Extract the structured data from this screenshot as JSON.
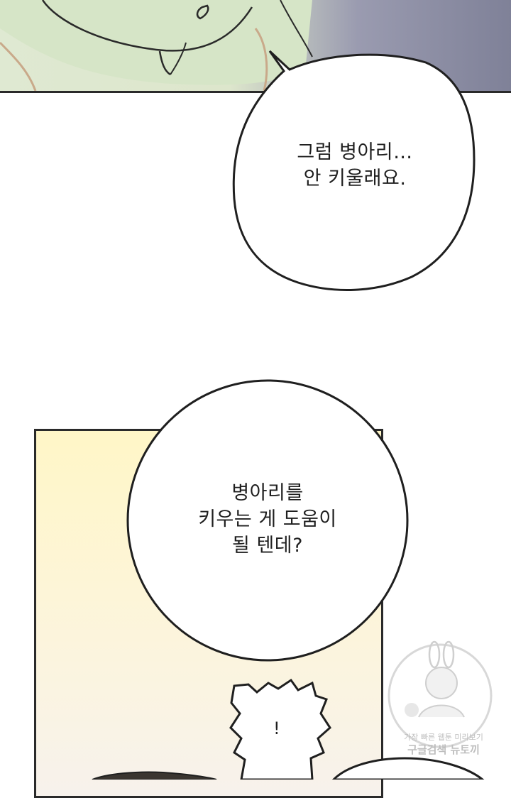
{
  "bubbles": {
    "one": {
      "lines": [
        "그럼 병아리…",
        "안 키울래요."
      ]
    },
    "two": {
      "lines": [
        "병아리를",
        "키우는 게 도움이",
        "될 텐데?"
      ]
    },
    "three": {
      "text": "!"
    }
  },
  "watermark": {
    "tagline": "가장 빠른 웹툰 미리보기",
    "brand": "구글검색 뉴토끼"
  },
  "colors": {
    "outline": "#2a2a2a",
    "top_panel_left": "#dfe9d2",
    "top_panel_right": "#7f8198",
    "bottom_panel": "#fff6c7"
  }
}
